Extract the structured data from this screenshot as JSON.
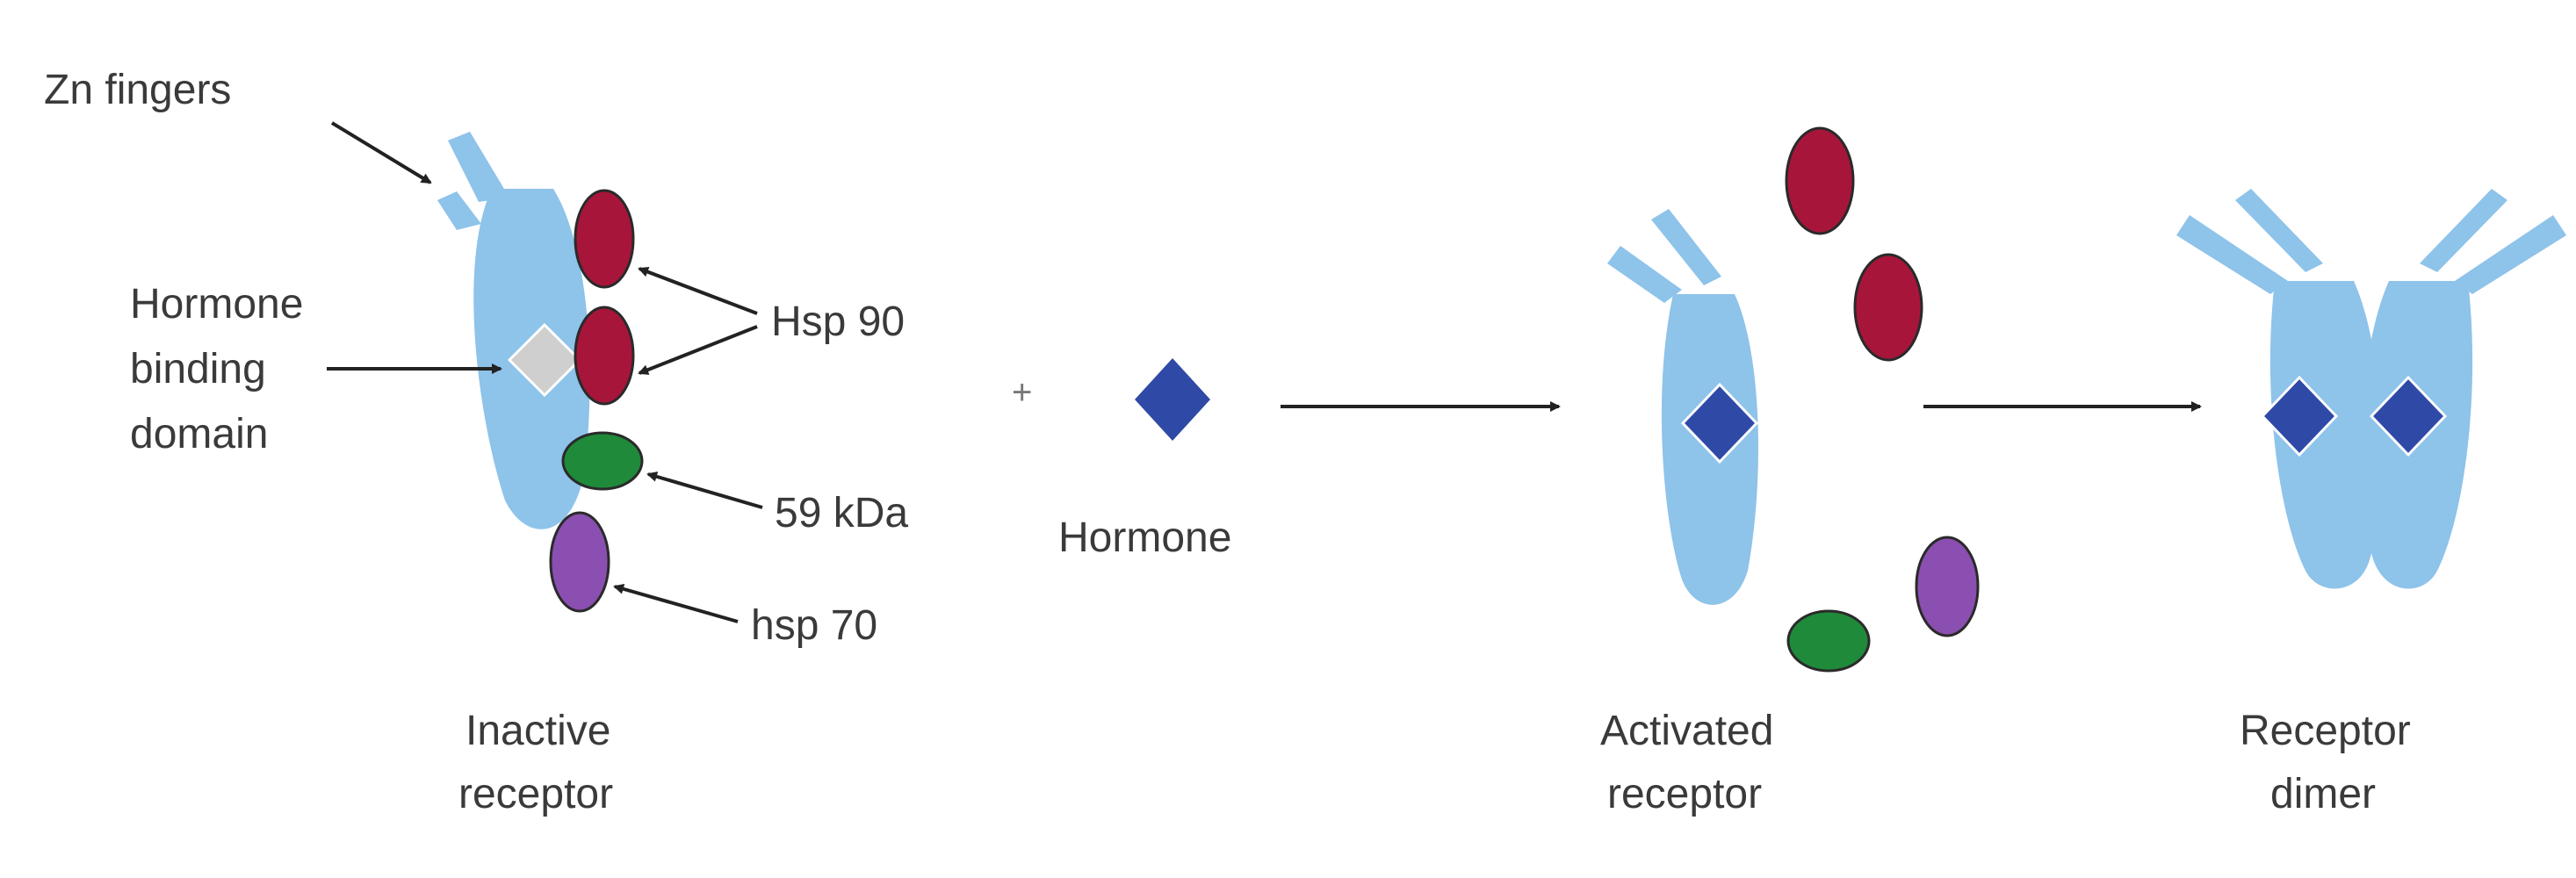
{
  "labels": {
    "zn_fingers": "Zn fingers",
    "hbd_line1": "Hormone",
    "hbd_line2": "binding",
    "hbd_line3": "domain",
    "hsp90": "Hsp 90",
    "kda59": "59 kDa",
    "hsp70": "hsp 70",
    "inactive_line1": "Inactive",
    "inactive_line2": "receptor",
    "plus": "+",
    "hormone": "Hormone",
    "activated_line1": "Activated",
    "activated_line2": "receptor",
    "dimer_line1": "Receptor",
    "dimer_line2": "dimer"
  },
  "colors": {
    "receptor": "#8ec3ea",
    "hormone": "#2f4aa6",
    "binding_domain": "#cfcfcf",
    "hsp90": "#a8153b",
    "kda59": "#1f8a3a",
    "hsp70": "#8a4fb0",
    "text": "#3a3a3a"
  }
}
